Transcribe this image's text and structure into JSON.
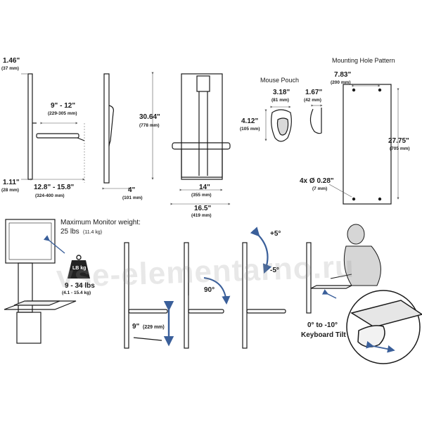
{
  "side_profile": {
    "top_depth": {
      "in": "1.46\"",
      "mm": "(37 mm)"
    },
    "bottom_depth": {
      "in": "1.11\"",
      "mm": "(28 mm)"
    },
    "screen_range": {
      "in": "9\" - 12\"",
      "mm": "(229-305 mm)"
    },
    "keyboard_range": {
      "in": "12.8\" - 15.8\"",
      "mm": "(324-400 mm)"
    }
  },
  "side_folded": {
    "depth": {
      "in": "4\"",
      "mm": "(101 mm)"
    }
  },
  "front": {
    "height": {
      "in": "30.64\"",
      "mm": "(778 mm)"
    },
    "tray_width": {
      "in": "14\"",
      "mm": "(355 mm)"
    },
    "overall_width": {
      "in": "16.5\"",
      "mm": "(419 mm)"
    }
  },
  "mouse_pouch": {
    "title": "Mouse Pouch",
    "width": {
      "in": "3.18\"",
      "mm": "(81 mm)"
    },
    "height": {
      "in": "4.12\"",
      "mm": "(105 mm)"
    },
    "depth": {
      "in": "1.67\"",
      "mm": "(42 mm)"
    }
  },
  "mounting": {
    "title": "Mounting Hole Pattern",
    "width": {
      "in": "7.83\"",
      "mm": "(200 mm)"
    },
    "height": {
      "in": "27.75\"",
      "mm": "(705 mm)"
    },
    "hole": {
      "in": "4x Ø 0.28\"",
      "mm": "(7 mm)"
    }
  },
  "monitor": {
    "max_weight_label": "Maximum Monitor weight:",
    "max_weight": "25 lbs",
    "max_weight_mm": "(11.4 kg)",
    "weight_icon": "LB kg",
    "range": "9 - 34 lbs",
    "range_kg": "(4.1 - 15.4 kg)"
  },
  "adjustments": {
    "lift": {
      "in": "9\"",
      "mm": "(229 mm)"
    },
    "rotate": "90°",
    "tilt_up": "+5°",
    "tilt_down": "-5°",
    "keyboard_tilt_range": "0° to -10°",
    "keyboard_tilt_label": "Keyboard Tilt"
  },
  "watermark": "vse-elementarno.ru",
  "colors": {
    "arrow": "#3a5f9a",
    "line": "#1a1a1a",
    "dim": "#555555"
  },
  "icons": [
    "weight-icon",
    "person-icon",
    "zoom-circle-icon"
  ]
}
